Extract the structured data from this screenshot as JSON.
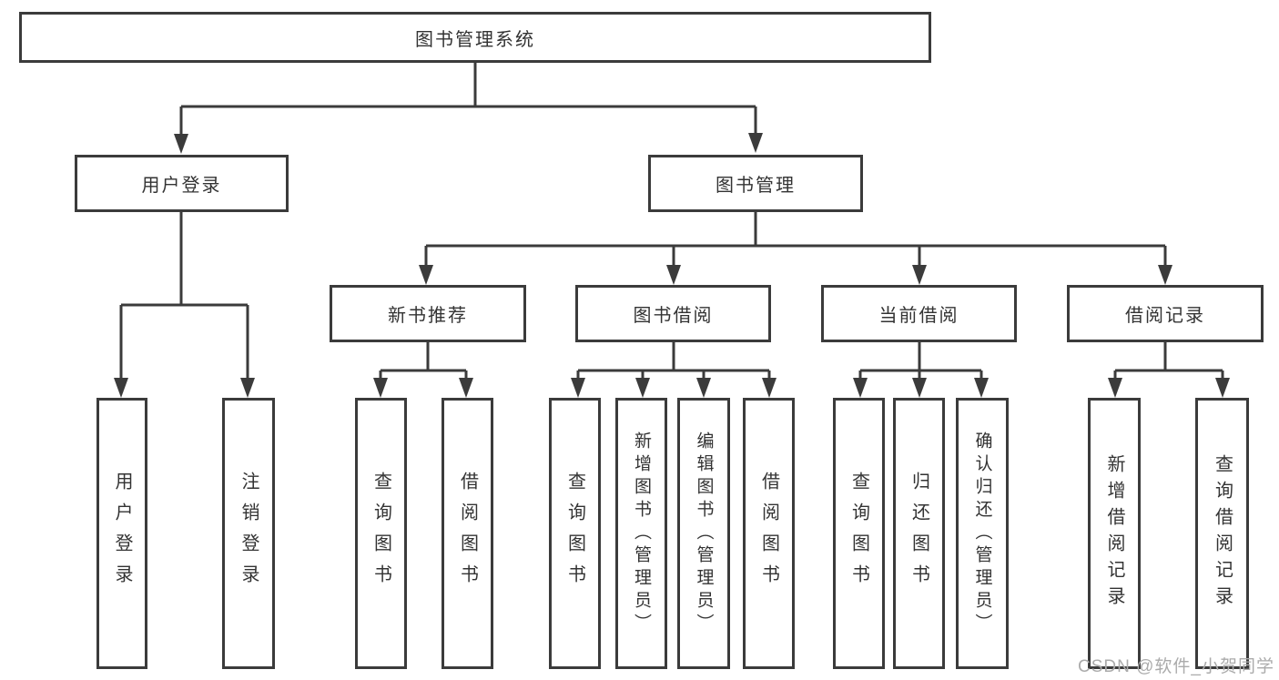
{
  "tree": {
    "root": {
      "label": "图书管理系统"
    },
    "branches": [
      {
        "label": "用户登录",
        "children": [
          {
            "label": "用户登录"
          },
          {
            "label": "注销登录"
          }
        ]
      },
      {
        "label": "图书管理",
        "children": [
          {
            "label": "新书推荐",
            "children": [
              {
                "label": "查询图书"
              },
              {
                "label": "借阅图书"
              }
            ]
          },
          {
            "label": "图书借阅",
            "children": [
              {
                "label": "查询图书"
              },
              {
                "label": "新增图书（管理员）"
              },
              {
                "label": "编辑图书（管理员）"
              },
              {
                "label": "借阅图书"
              }
            ]
          },
          {
            "label": "当前借阅",
            "children": [
              {
                "label": "查询图书"
              },
              {
                "label": "归还图书"
              },
              {
                "label": "确认归还（管理员）"
              }
            ]
          },
          {
            "label": "借阅记录",
            "children": [
              {
                "label": "新增借阅记录"
              },
              {
                "label": "查询借阅记录"
              }
            ]
          }
        ]
      }
    ]
  },
  "watermark": {
    "text": "CSDN @软件_小贺同学"
  },
  "colors": {
    "line": "#3b3b3b",
    "text": "#333333",
    "box_background": "#ffffff",
    "watermark": "#ababab"
  }
}
